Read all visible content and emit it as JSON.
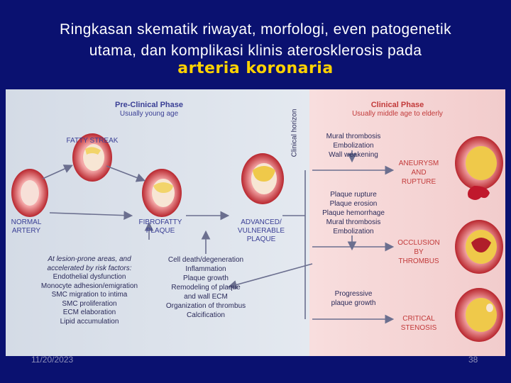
{
  "slide": {
    "title_line1": "Ringkasan skematik riwayat, morfologi, even patogenetik",
    "title_line2": "utama, dan komplikasi klinis aterosklerosis pada",
    "title_highlight": "arteria koronaria",
    "footer_date": "11/20/2023",
    "footer_page": "38"
  },
  "diagram": {
    "preclinical_title": "Pre-Clinical Phase",
    "preclinical_sub": "Usually young age",
    "horizon_label": "Clinical horizon",
    "clinical_title": "Clinical Phase",
    "clinical_sub": "Usually middle age to elderly",
    "fatty_streak": "FATTY STREAK",
    "normal_artery_1": "NORMAL",
    "normal_artery_2": "ARTERY",
    "fibrofatty_1": "FIBROFATTY",
    "fibrofatty_2": "PLAQUE",
    "advanced_1": "ADVANCED/",
    "advanced_2": "VULNERABLE",
    "advanced_3": "PLAQUE",
    "risk_factors": [
      "At lesion-prone areas, and",
      "accelerated by risk factors:",
      "Endothelial dysfunction",
      "Monocyte adhesion/emigration",
      "SMC migration to intima",
      "SMC proliferation",
      "ECM elaboration",
      "Lipid accumulation"
    ],
    "progression_events": [
      "Cell death/degeneration",
      "Inflammation",
      "Plaque growth",
      "Remodeling of plaque",
      "and wall ECM",
      "Organization of thrombus",
      "Calcification"
    ],
    "aneurysm_events": [
      "Mural thrombosis",
      "Embolization",
      "Wall weakening"
    ],
    "occlusion_events": [
      "Plaque rupture",
      "Plaque erosion",
      "Plaque hemorrhage",
      "Mural thrombosis",
      "Embolization"
    ],
    "stenosis_events": [
      "Progressive",
      "plaque growth"
    ],
    "aneurysm_1": "ANEURYSM",
    "aneurysm_2": "AND",
    "aneurysm_3": "RUPTURE",
    "occlusion_1": "OCCLUSION",
    "occlusion_2": "BY",
    "occlusion_3": "THROMBUS",
    "critical_1": "CRITICAL",
    "critical_2": "STENOSIS"
  },
  "colors": {
    "background": "#0a1170",
    "preclinical_bg": "#dbe3ec",
    "clinical_bg": "#f6d6d6",
    "label_blue": "#3a3f95",
    "label_red": "#c23a3a",
    "highlight": "#ffd200"
  }
}
